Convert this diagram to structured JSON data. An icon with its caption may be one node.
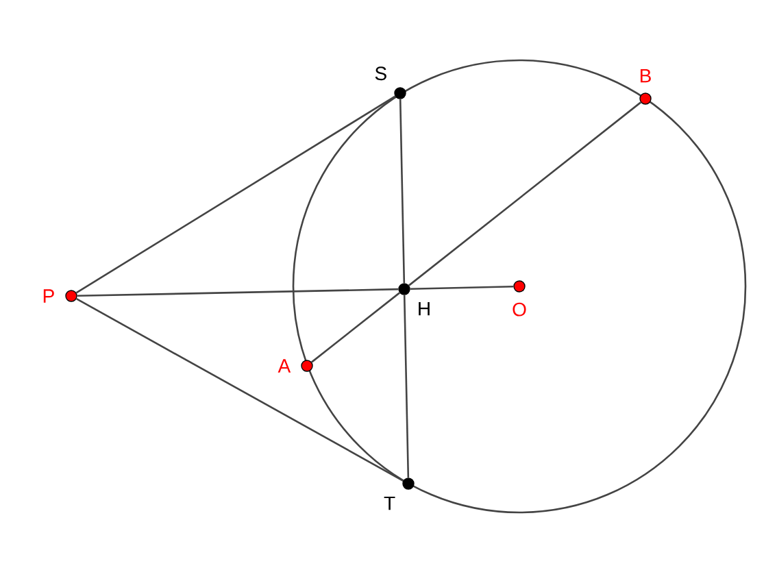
{
  "diagram": {
    "nodes": [
      {
        "text": [
          "P"
        ]
      },
      {
        "text": [
          "S"
        ]
      },
      {
        "text": [
          "B"
        ]
      },
      {
        "text": [
          "H"
        ]
      },
      {
        "text": [
          "O"
        ]
      },
      {
        "text": [
          "A"
        ]
      },
      {
        "text": [
          "T"
        ]
      }
    ],
    "edges": [
      {
        "from": 0,
        "to": 1,
        "arrow": "none"
      },
      {
        "from": 0,
        "to": 6,
        "arrow": "none"
      },
      {
        "from": 0,
        "to": 3,
        "arrow": "none"
      },
      {
        "from": 3,
        "to": 4,
        "arrow": "none"
      },
      {
        "from": 1,
        "to": 3,
        "arrow": "none"
      },
      {
        "from": 3,
        "to": 6,
        "arrow": "none"
      },
      {
        "from": 5,
        "to": 3,
        "arrow": "none"
      },
      {
        "from": 3,
        "to": 2,
        "arrow": "none"
      }
    ]
  }
}
